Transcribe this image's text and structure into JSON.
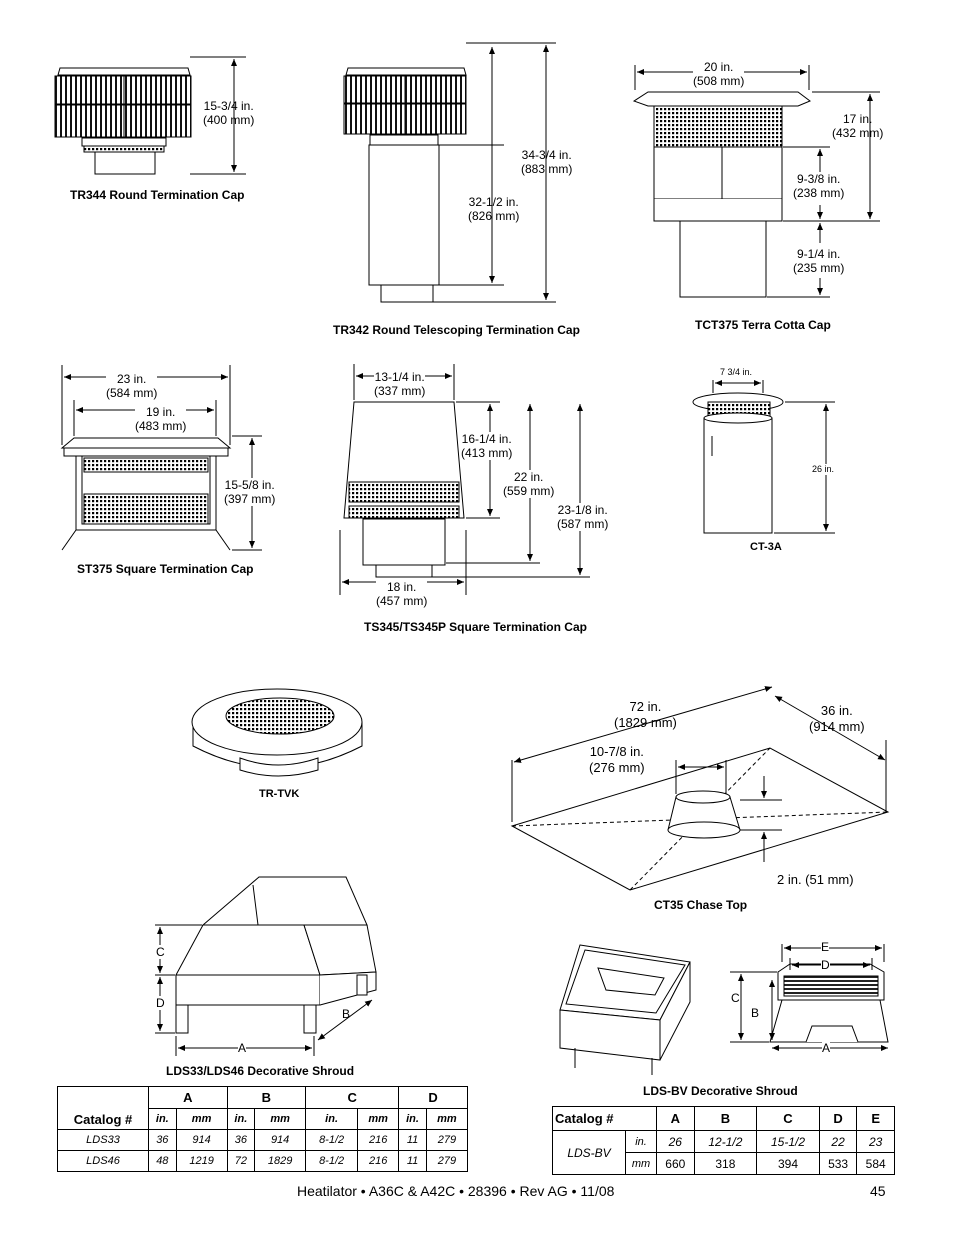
{
  "captions": {
    "tr344": "TR344 Round Termination Cap",
    "tr342": "TR342 Round Telescoping Termination Cap",
    "tct375": "TCT375 Terra Cotta Cap",
    "st375": "ST375 Square Termination Cap",
    "ts345": "TS345/TS345P Square Termination Cap",
    "ct3a": "CT-3A",
    "trtvk": "TR-TVK",
    "ct35": "CT35 Chase Top",
    "lds33": "LDS33/LDS46 Decorative Shroud",
    "ldsbv": "LDS-BV Decorative Shroud"
  },
  "dims": {
    "tr344_h": [
      "15-3/4 in.",
      "(400 mm)"
    ],
    "tr342_h1": [
      "34-3/4 in.",
      "(883 mm)"
    ],
    "tr342_h2": [
      "32-1/2 in.",
      "(826 mm)"
    ],
    "tct375_w": [
      "20 in.",
      "(508 mm)"
    ],
    "tct375_h": [
      "17 in.",
      "(432 mm)"
    ],
    "tct375_h2": [
      "9-3/8 in.",
      "(238 mm)"
    ],
    "tct375_h3": [
      "9-1/4 in.",
      "(235 mm)"
    ],
    "st375_w1": [
      "23 in.",
      "(584 mm)"
    ],
    "st375_w2": [
      "19 in.",
      "(483 mm)"
    ],
    "st375_h": [
      "15-5/8 in.",
      "(397 mm)"
    ],
    "ts345_w": [
      "13-1/4 in.",
      "(337 mm)"
    ],
    "ts345_h1": [
      "16-1/4 in.",
      "(413 mm)"
    ],
    "ts345_h2": [
      "22 in.",
      "(559 mm)"
    ],
    "ts345_h3": [
      "23-1/8 in.",
      "(587 mm)"
    ],
    "ts345_w2": [
      "18 in.",
      "(457 mm)"
    ],
    "ct3a_w": "7 3/4 in.",
    "ct3a_h": "26 in.",
    "ct35_72": [
      "72 in.",
      "(1829 mm)"
    ],
    "ct35_36": [
      "36 in.",
      "(914 mm)"
    ],
    "ct35_10": [
      "10-7/8 in.",
      "(276 mm)"
    ],
    "ct35_2": "2 in. (51 mm)"
  },
  "letters": {
    "a": "A",
    "b": "B",
    "c": "C",
    "d": "D",
    "e": "E"
  },
  "table_lds": {
    "catalog_header": "Catalog #",
    "groups": [
      "A",
      "B",
      "C",
      "D"
    ],
    "units": [
      "in.",
      "mm",
      "in.",
      "mm",
      "in.",
      "mm",
      "in.",
      "mm"
    ],
    "rows": [
      {
        "name": "LDS33",
        "values": [
          "36",
          "914",
          "36",
          "914",
          "8-1/2",
          "216",
          "11",
          "279"
        ]
      },
      {
        "name": "LDS46",
        "values": [
          "48",
          "1219",
          "72",
          "1829",
          "8-1/2",
          "216",
          "11",
          "279"
        ]
      }
    ]
  },
  "table_bv": {
    "catalog_header": "Catalog #",
    "cols": [
      "A",
      "B",
      "C",
      "D",
      "E"
    ],
    "name": "LDS-BV",
    "rows": [
      {
        "unit": "in.",
        "values": [
          "26",
          "12-1/2",
          "15-1/2",
          "22",
          "23"
        ]
      },
      {
        "unit": "mm",
        "values": [
          "660",
          "318",
          "394",
          "533",
          "584"
        ]
      }
    ]
  },
  "footer": {
    "text": "Heatilator • A36C & A42C • 28396 • Rev AG  • 11/08",
    "page": "45"
  }
}
